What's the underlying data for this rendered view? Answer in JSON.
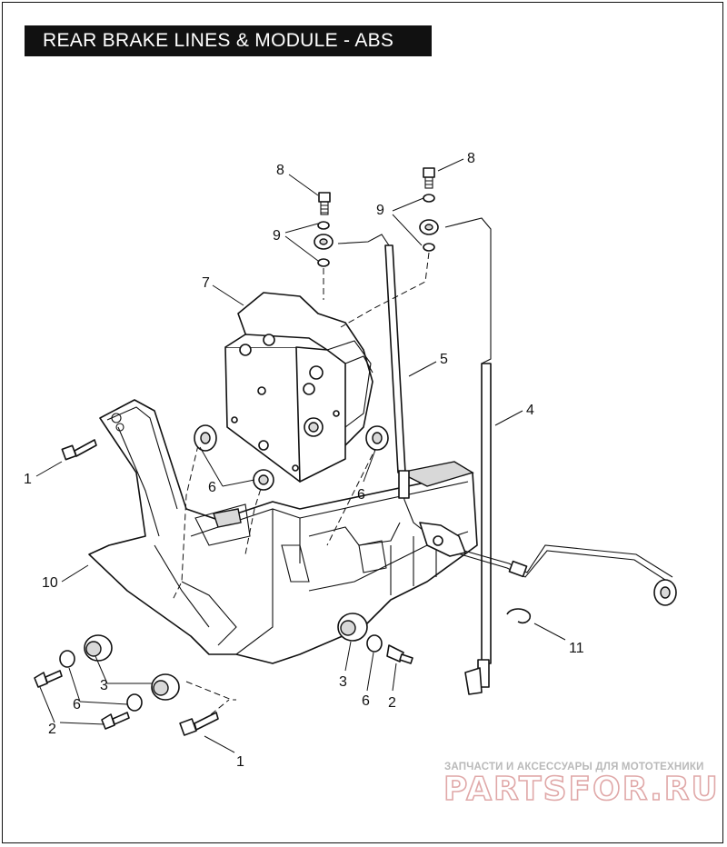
{
  "title": "REAR BRAKE LINES & MODULE - ABS",
  "callouts": {
    "c8a": "8",
    "c8b": "8",
    "c9a": "9",
    "c9b": "9",
    "c7": "7",
    "c5": "5",
    "c4": "4",
    "c6a": "6",
    "c6b": "6",
    "c6c": "6",
    "c6d": "6",
    "c1a": "1",
    "c1b": "1",
    "c10": "10",
    "c3a": "3",
    "c3b": "3",
    "c2a": "2",
    "c2b": "2",
    "c11": "11"
  },
  "watermark": {
    "subtitle": "ЗАПЧАСТИ И АКСЕССУАРЫ ДЛЯ МОТОТЕХНИКИ",
    "brand": "PARTSFOR.RU"
  }
}
